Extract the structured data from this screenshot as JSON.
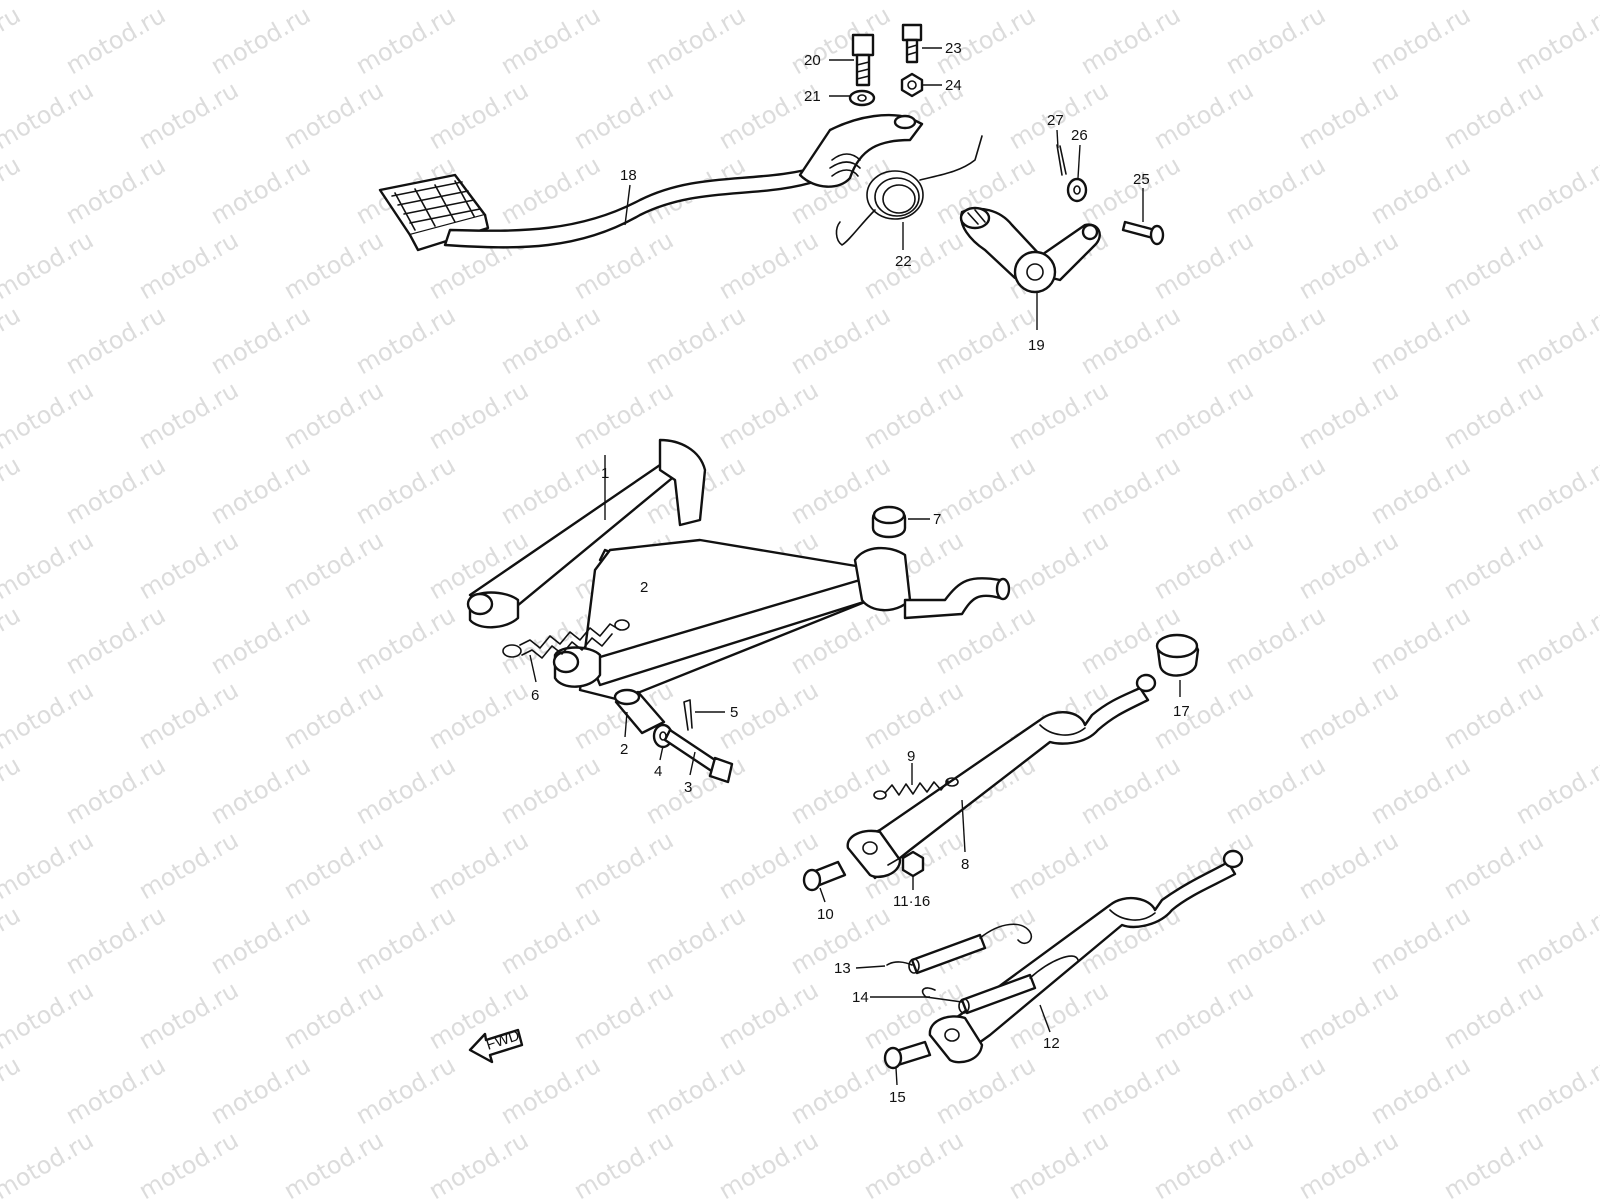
{
  "watermark": "motod.ru",
  "direction_marker": "FWD",
  "callouts": [
    {
      "id": "c1",
      "text": "1"
    },
    {
      "id": "c2a",
      "text": "2"
    },
    {
      "id": "c2b",
      "text": "2"
    },
    {
      "id": "c3",
      "text": "3"
    },
    {
      "id": "c4",
      "text": "4"
    },
    {
      "id": "c5",
      "text": "5"
    },
    {
      "id": "c6",
      "text": "6"
    },
    {
      "id": "c7",
      "text": "7"
    },
    {
      "id": "c8",
      "text": "8"
    },
    {
      "id": "c9",
      "text": "9"
    },
    {
      "id": "c10",
      "text": "10"
    },
    {
      "id": "c11",
      "text": "11·16"
    },
    {
      "id": "c12",
      "text": "12"
    },
    {
      "id": "c13",
      "text": "13"
    },
    {
      "id": "c14",
      "text": "14"
    },
    {
      "id": "c15",
      "text": "15"
    },
    {
      "id": "c17",
      "text": "17"
    },
    {
      "id": "c18",
      "text": "18"
    },
    {
      "id": "c19",
      "text": "19"
    },
    {
      "id": "c20",
      "text": "20"
    },
    {
      "id": "c21",
      "text": "21"
    },
    {
      "id": "c22",
      "text": "22"
    },
    {
      "id": "c23",
      "text": "23"
    },
    {
      "id": "c24",
      "text": "24"
    },
    {
      "id": "c25",
      "text": "25"
    },
    {
      "id": "c26",
      "text": "26"
    },
    {
      "id": "c27",
      "text": "27"
    }
  ]
}
